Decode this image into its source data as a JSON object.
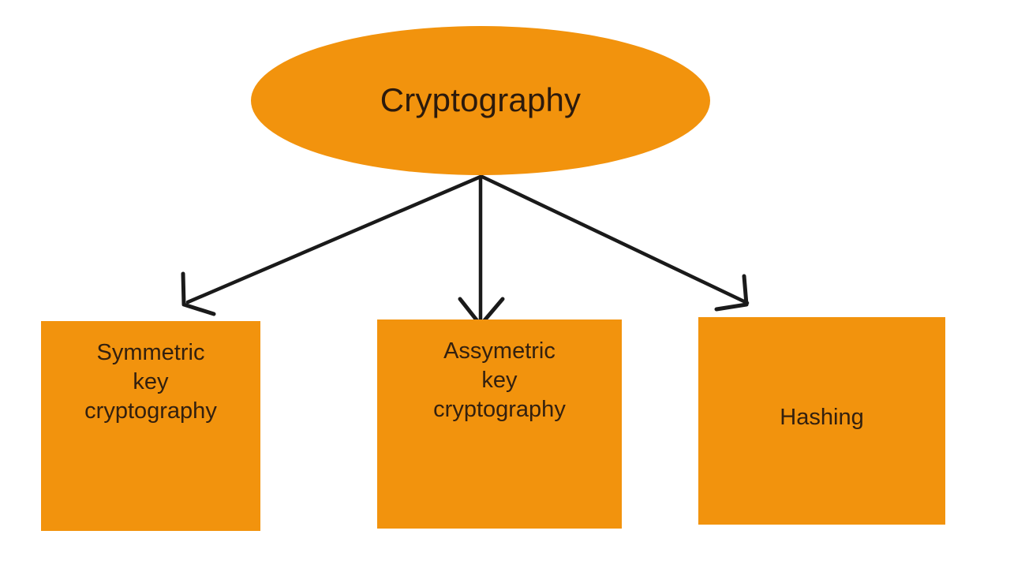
{
  "diagram": {
    "type": "hierarchy-tree",
    "background_color": "#ffffff",
    "node_fill_color": "#f2930d",
    "node_text_color": "#2c1a0c",
    "connector_color": "#1a1a1a",
    "root": {
      "label": "Cryptography",
      "shape": "ellipse"
    },
    "children": [
      {
        "id": "symmetric",
        "label": "Symmetric\nkey\ncryptography",
        "shape": "rectangle"
      },
      {
        "id": "asymmetric",
        "label": "Assymetric\nkey\ncryptography",
        "shape": "rectangle"
      },
      {
        "id": "hashing",
        "label": "Hashing",
        "shape": "rectangle"
      }
    ],
    "connectors": [
      {
        "id": "arrow-root-to-symmetric",
        "from": "root",
        "to": "symmetric",
        "style": "hand-drawn-arrow"
      },
      {
        "id": "arrow-root-to-asymmetric",
        "from": "root",
        "to": "asymmetric",
        "style": "hand-drawn-arrow"
      },
      {
        "id": "arrow-root-to-hashing",
        "from": "root",
        "to": "hashing",
        "style": "hand-drawn-arrow"
      }
    ]
  }
}
